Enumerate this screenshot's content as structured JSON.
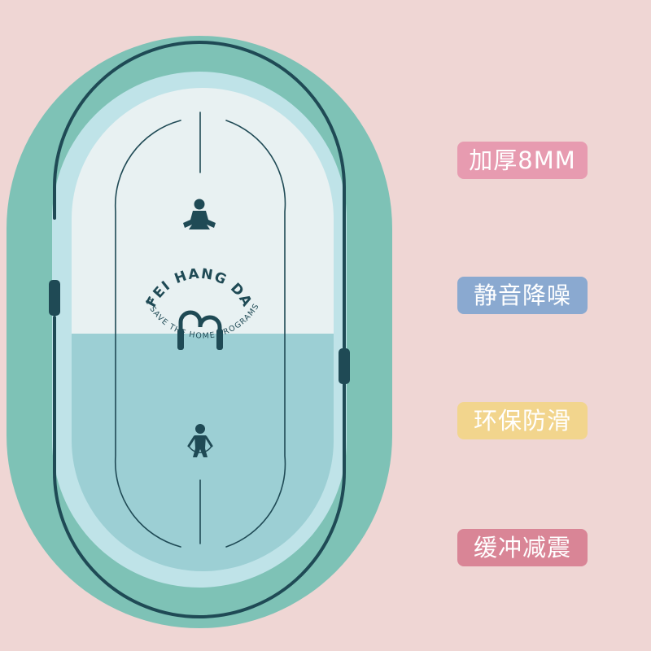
{
  "colors": {
    "background": "#efd6d4",
    "mat_outer": "#7ec2b6",
    "mat_inner": "#bfe3e8",
    "mat_top": "#e8f1f2",
    "mat_bottom": "#9ccfd4",
    "ink": "#1f4a55",
    "tag_1": "#e79bb0",
    "tag_2": "#8aa9d0",
    "tag_3": "#f2d58d",
    "tag_4": "#d98596"
  },
  "mat": {
    "brand": "FEI HANG DA",
    "slogan": "THE SAVE THE HOME PROGRAMSAVE",
    "icons": [
      "meditating-person-icon",
      "jump-rope-icon",
      "jumping-person-icon"
    ]
  },
  "features": [
    {
      "label": "加厚8MM"
    },
    {
      "label": "静音降噪"
    },
    {
      "label": "环保防滑"
    },
    {
      "label": "缓冲减震"
    }
  ]
}
